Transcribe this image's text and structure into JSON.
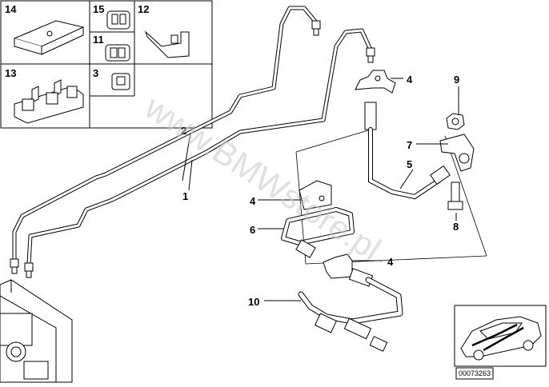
{
  "watermark": "www.BMWstore.pl",
  "inset_labels": [
    "14",
    "15",
    "12",
    "11",
    "13",
    "3"
  ],
  "callouts": [
    "2",
    "1",
    "4",
    "9",
    "7",
    "5",
    "4",
    "6",
    "8",
    "4",
    "10"
  ],
  "part_number": "00073263",
  "colors": {
    "line": "#000000",
    "fill": "#ffffff",
    "light": "#d9d9d9",
    "watermark": "#c8c8c8"
  }
}
